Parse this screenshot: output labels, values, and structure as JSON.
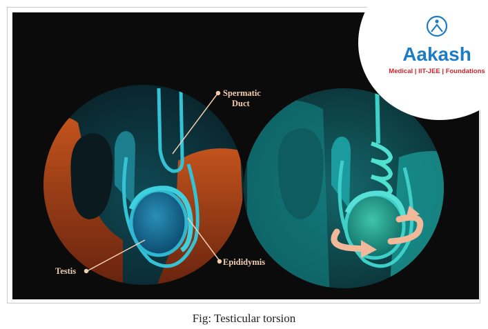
{
  "diagram": {
    "labels": {
      "spermatic_duct_line1": "Spermatic",
      "spermatic_duct_line2": "Duct",
      "epididymis": "Epididymis",
      "testis": "Testis"
    },
    "colors": {
      "background": "#0b0b0c",
      "left_circle": "#10343d",
      "right_circle": "#0f4c4f",
      "organ_teal": "#35c2d5",
      "tissue_orange": "#b24417",
      "arrow": "#f2b89a",
      "label": "#f3cdb0"
    }
  },
  "logo": {
    "title": "Aakash",
    "subtitle": "Medical | IIT-JEE | Foundations"
  },
  "caption": "Fig: Testicular torsion"
}
